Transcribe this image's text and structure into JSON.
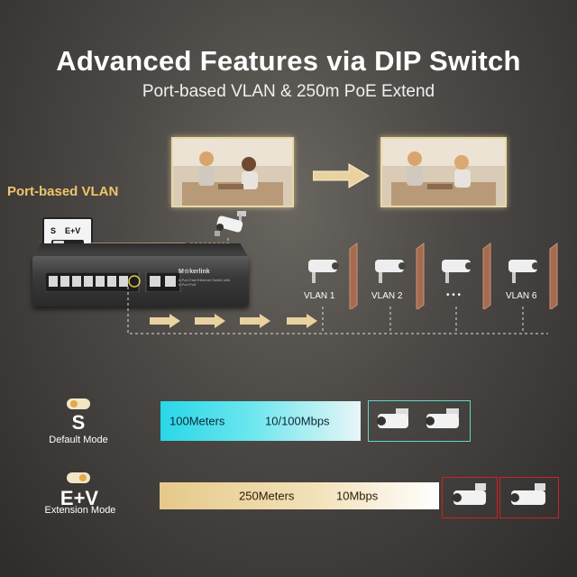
{
  "header": {
    "title": "Advanced Features via DIP Switch",
    "subtitle": "Port-based VLAN & 250m PoE Extend"
  },
  "vlan_section": {
    "label": "Port-based VLAN",
    "dip": {
      "s_label": "S",
      "ev_label": "E+V"
    },
    "switch": {
      "brand": "M☆kerlink",
      "model": "8-Port Fast Ethernet Switch with 8-Port PoE"
    },
    "vlans": [
      "VLAN 1",
      "VLAN 2",
      "• • •",
      "VLAN 6"
    ]
  },
  "modes": {
    "default": {
      "name": "S",
      "caption": "Default Mode",
      "distance": "100Meters",
      "speed": "10/100Mbps"
    },
    "extension": {
      "name": "E+V",
      "caption": "Extension Mode",
      "distance": "250Meters",
      "speed": "10Mbps"
    }
  },
  "colors": {
    "accent_gold": "#f0c46a",
    "default_bar": "#29d7e8",
    "extension_bar": "#e6c98a",
    "default_frame": "#5fd8c6",
    "extension_frame": "#cc2222"
  }
}
